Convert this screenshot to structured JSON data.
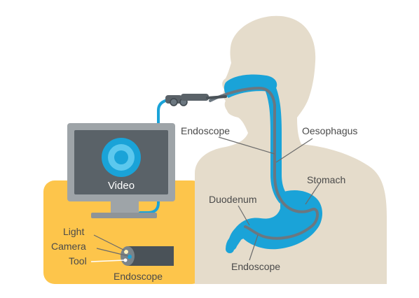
{
  "colors": {
    "body": "#e5dccb",
    "scope_blue": "#1aa3d8",
    "scope_inner": "#6b7780",
    "panel_yellow": "#fdc54b",
    "monitor_frame": "#9ea4a8",
    "monitor_screen": "#5a6268",
    "label_text": "#4a4a4a"
  },
  "labels": {
    "video": "Video",
    "endoscope_upper": "Endoscope",
    "oesophagus": "Oesophagus",
    "stomach": "Stomach",
    "duodenum": "Duodenum",
    "endoscope_lower": "Endoscope",
    "light": "Light",
    "camera": "Camera",
    "tool": "Tool",
    "endoscope_tip": "Endoscope"
  },
  "icons": {
    "monitor": "video-monitor-icon",
    "scope_tip": "endoscope-tip-icon",
    "handle": "endoscope-handle-icon"
  }
}
